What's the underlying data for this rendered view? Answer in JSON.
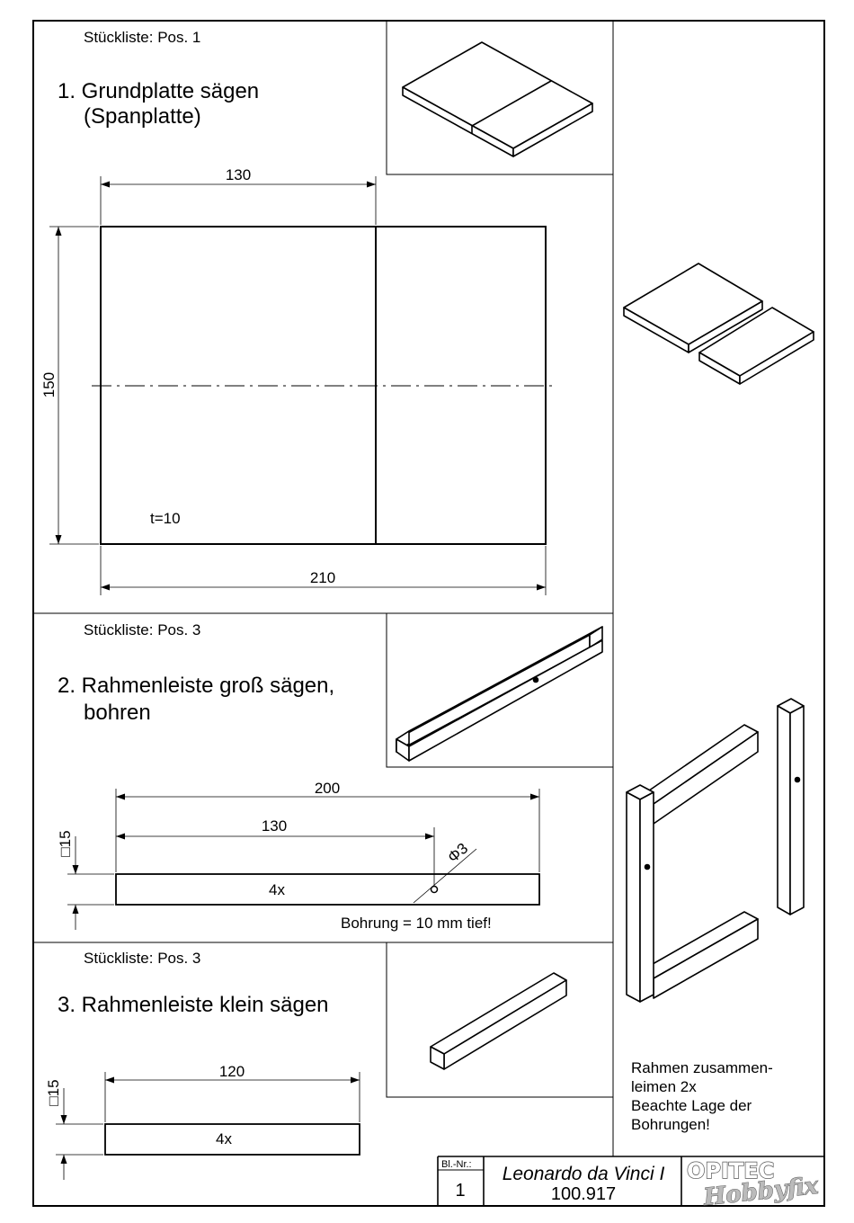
{
  "step1": {
    "parts_list": "Stückliste: Pos. 1",
    "title_line1": "1. Grundplatte sägen",
    "title_line2": "(Spanplatte)",
    "dim_top": "130",
    "dim_side": "150",
    "dim_bottom": "210",
    "thickness": "t=10"
  },
  "step2": {
    "parts_list": "Stückliste: Pos. 3",
    "title_line1": "2. Rahmenleiste groß sägen,",
    "title_line2": "bohren",
    "dim_total": "200",
    "dim_hole": "130",
    "dim_section": "□15",
    "drill_diameter": "Φ3",
    "quantity": "4x",
    "drill_note": "Bohrung = 10 mm tief!"
  },
  "step3": {
    "parts_list": "Stückliste: Pos. 3",
    "title": "3. Rahmenleiste klein sägen",
    "dim_length": "120",
    "dim_section": "□15",
    "quantity": "4x"
  },
  "assembly_note": {
    "line1": "Rahmen zusammen-",
    "line2": "leimen 2x",
    "line3": "Beachte Lage der",
    "line4": "Bohrungen!"
  },
  "title_block": {
    "sheet_label": "Bl.-Nr.:",
    "sheet_number": "1",
    "project_name": "Leonardo da Vinci I",
    "article_number": "100.917",
    "logo_top": "OPITEC",
    "logo_bottom": "Hobbyfix"
  }
}
